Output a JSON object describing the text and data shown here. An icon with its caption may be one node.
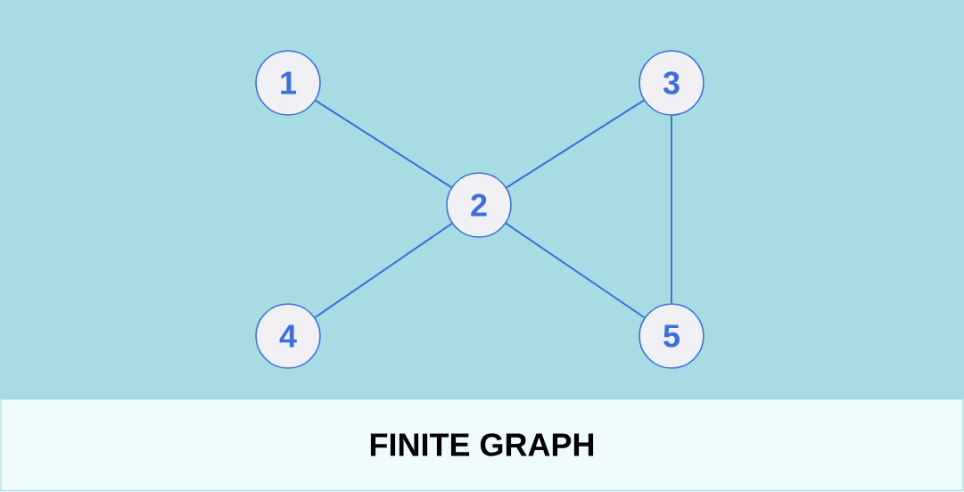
{
  "diagram": {
    "title": "FINITE GRAPH",
    "nodes": [
      {
        "text": [
          "1"
        ]
      },
      {
        "text": [
          "3"
        ]
      },
      {
        "text": [
          "2"
        ]
      },
      {
        "text": [
          "4"
        ]
      },
      {
        "text": [
          "5"
        ]
      }
    ],
    "edges": [
      {
        "from": 0,
        "to": 2,
        "arrow": "none"
      },
      {
        "from": 2,
        "to": 1,
        "arrow": "none"
      },
      {
        "from": 1,
        "to": 4,
        "arrow": "none"
      },
      {
        "from": 2,
        "to": 3,
        "arrow": "none"
      },
      {
        "from": 2,
        "to": 4,
        "arrow": "none"
      }
    ]
  }
}
